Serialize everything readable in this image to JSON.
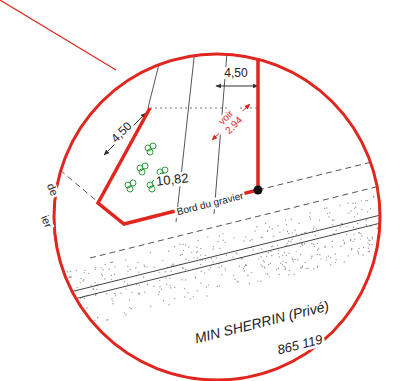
{
  "diagram": {
    "labels": [
      "de",
      "ier",
      "4,50",
      "4,50",
      "voir 2,94",
      "10,82",
      "Bord du gravier",
      "MIN SHERRIN (Privé)",
      "865 119"
    ]
  }
}
